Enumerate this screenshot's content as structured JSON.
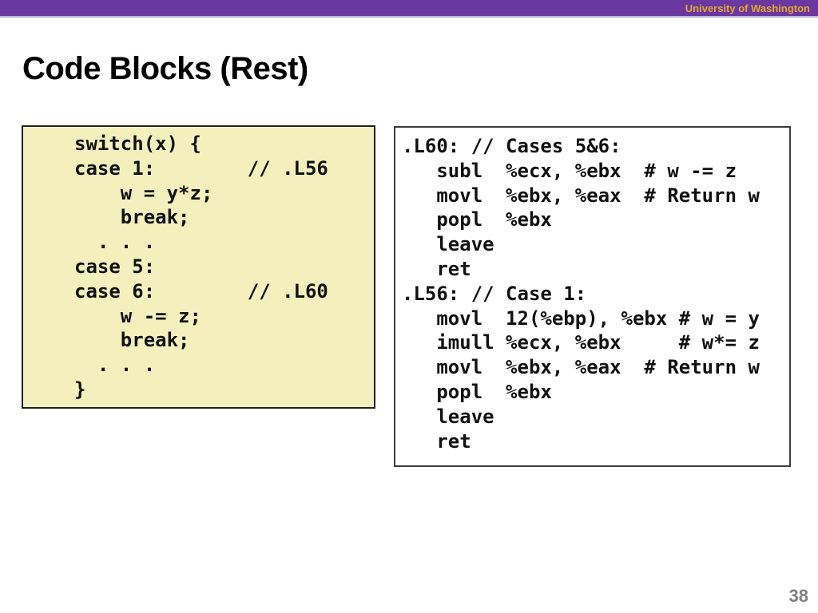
{
  "header": {
    "institution": "University of Washington",
    "bar_color": "#6B37A0",
    "text_color": "#E2A92E"
  },
  "slide": {
    "title": "Code Blocks (Rest)",
    "page_number": "38"
  },
  "c_code_box": {
    "background": "#F4F0BD",
    "language": "c",
    "lines": [
      "switch(x) {",
      "case 1:        // .L56",
      "    w = y*z;",
      "    break;",
      "  . . .",
      "case 5:",
      "case 6:        // .L60",
      "    w -= z;",
      "    break;",
      "  . . .",
      "}"
    ]
  },
  "asm_code_box": {
    "background": "#FFFFFF",
    "language": "x86-assembly",
    "lines": [
      ".L60: // Cases 5&6:",
      "   subl  %ecx, %ebx  # w -= z",
      "   movl  %ebx, %eax  # Return w",
      "   popl  %ebx",
      "   leave",
      "   ret",
      ".L56: // Case 1:",
      "   movl  12(%ebp), %ebx # w = y",
      "   imull %ecx, %ebx     # w*= z",
      "   movl  %ebx, %eax  # Return w",
      "   popl  %ebx",
      "   leave",
      "   ret"
    ]
  }
}
